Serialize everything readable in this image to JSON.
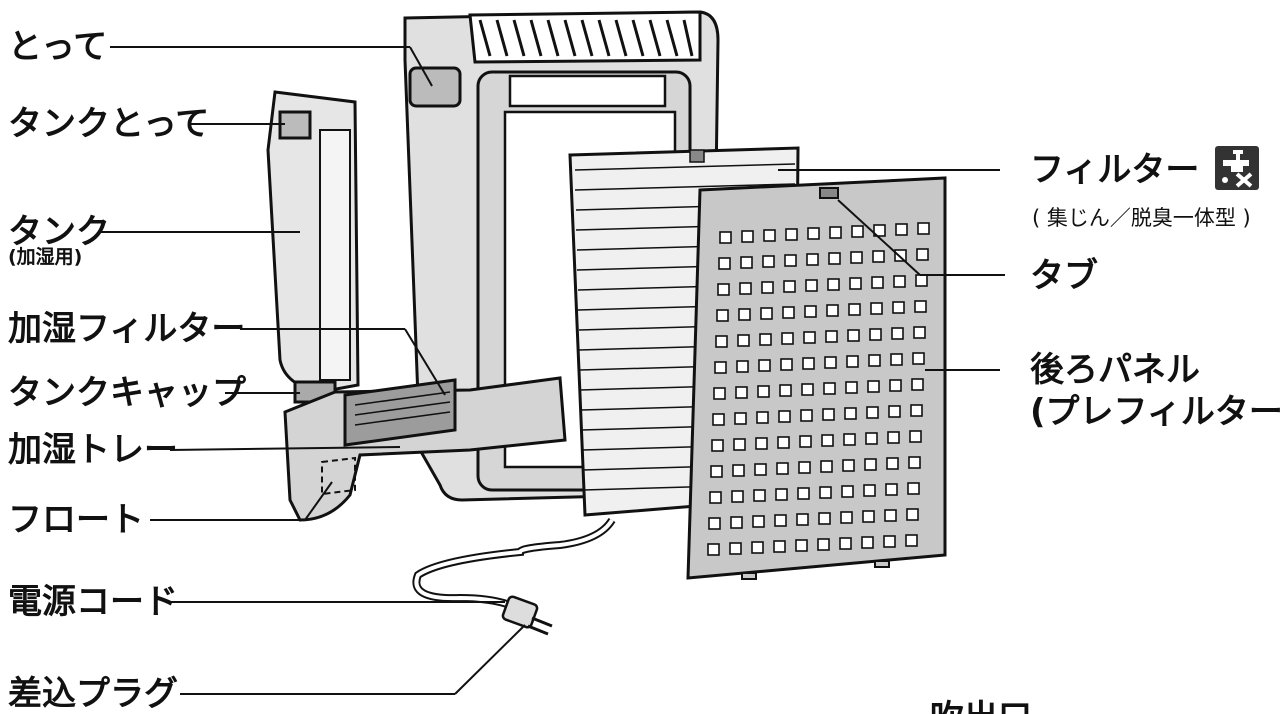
{
  "labels": {
    "totte": "とって",
    "tank_totte": "タンクとって",
    "tank": "タンク",
    "tank_sub": "(加湿用)",
    "humid_filter": "加湿フィルター",
    "tank_cap": "タンクキャップ",
    "humid_tray": "加湿トレー",
    "float": "フロート",
    "power_cord": "電源コード",
    "plug": "差込プラグ",
    "filter": "フィルター",
    "filter_sub": "( 集じん／脱臭一体型 )",
    "tab": "タブ",
    "back_panel": "後ろパネル",
    "back_panel_sub": "(プレフィルター)",
    "outlet": "吹出口"
  },
  "icons": {
    "filter_icon": "faucet-with-x-icon"
  },
  "colors": {
    "line": "#111111",
    "body_fill": "#dcdcdc",
    "panel_fill": "#c8c8c8",
    "icon_bg": "#333333"
  }
}
